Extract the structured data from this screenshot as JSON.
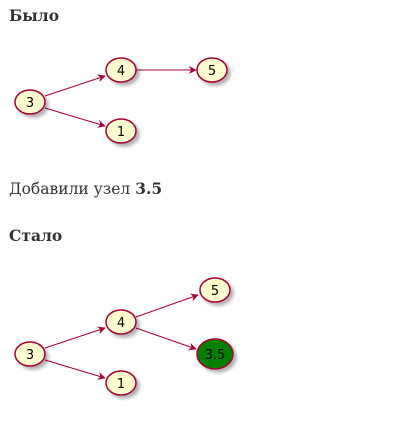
{
  "before": {
    "heading": "Было",
    "nodes": [
      "3",
      "4",
      "5",
      "1"
    ]
  },
  "note": {
    "text": "Добавили узел ",
    "value": "3.5"
  },
  "after": {
    "heading": "Стало",
    "nodes": [
      "3",
      "4",
      "5",
      "3.5",
      "1"
    ]
  },
  "colors": {
    "node_fill": "#FEFECE",
    "node_border": "#A80036",
    "edge": "#A80036",
    "highlight_fill": "#008000"
  }
}
